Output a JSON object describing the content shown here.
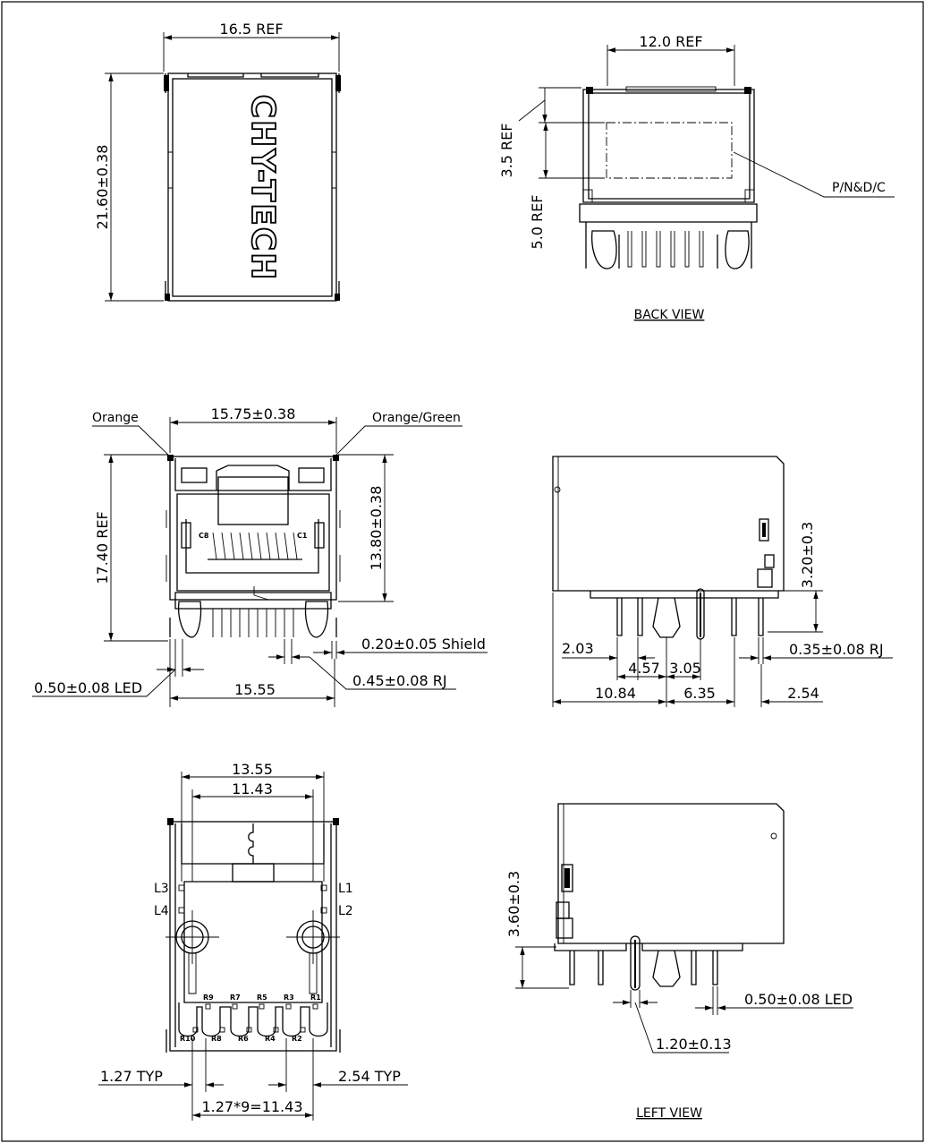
{
  "top_view": {
    "brand": "CHY-TECH",
    "width_dim": "16.5 REF",
    "height_dim": "21.60±0.38"
  },
  "back_view": {
    "title": "BACK VIEW",
    "width_dim": "12.0 REF",
    "label_height_dim": "3.5 REF",
    "offset_dim": "5.0 REF",
    "marking_label": "P/N&D/C"
  },
  "front_view": {
    "led_left": "Orange",
    "led_right": "Orange/Green",
    "width_dim": "15.75±0.38",
    "height_dim": "17.40 REF",
    "inner_height_dim": "13.80±0.38",
    "shield_dim": "0.20±0.05 Shield",
    "rj_pin_dim": "0.45±0.08 RJ",
    "led_pin_dim": "0.50±0.08 LED",
    "base_dim": "15.55",
    "contact_c8": "C8",
    "contact_c1": "C1"
  },
  "side_view": {
    "height_dim": "3.20±0.3",
    "rj_pin_dim": "0.35±0.08 RJ",
    "dim_a": "2.03",
    "dim_b": "4.57",
    "dim_c": "3.05",
    "dim_d": "10.84",
    "dim_e": "6.35",
    "dim_f": "2.54"
  },
  "bottom_view": {
    "outer_dim": "13.55",
    "inner_dim": "11.43",
    "led_labels_left": [
      "L3",
      "L4"
    ],
    "led_labels_right": [
      "L1",
      "L2"
    ],
    "row_top": [
      "R9",
      "R7",
      "R5",
      "R3",
      "R1"
    ],
    "row_bottom": [
      "R10",
      "R8",
      "R6",
      "R4",
      "R2"
    ],
    "pitch_typ": "1.27 TYP",
    "row_typ": "2.54 TYP",
    "span_dim": "1.27*9=11.43"
  },
  "left_view": {
    "title": "LEFT VIEW",
    "height_dim": "3.60±0.3",
    "led_pin_dim": "0.50±0.08 LED",
    "pin_dim": "1.20±0.13"
  }
}
